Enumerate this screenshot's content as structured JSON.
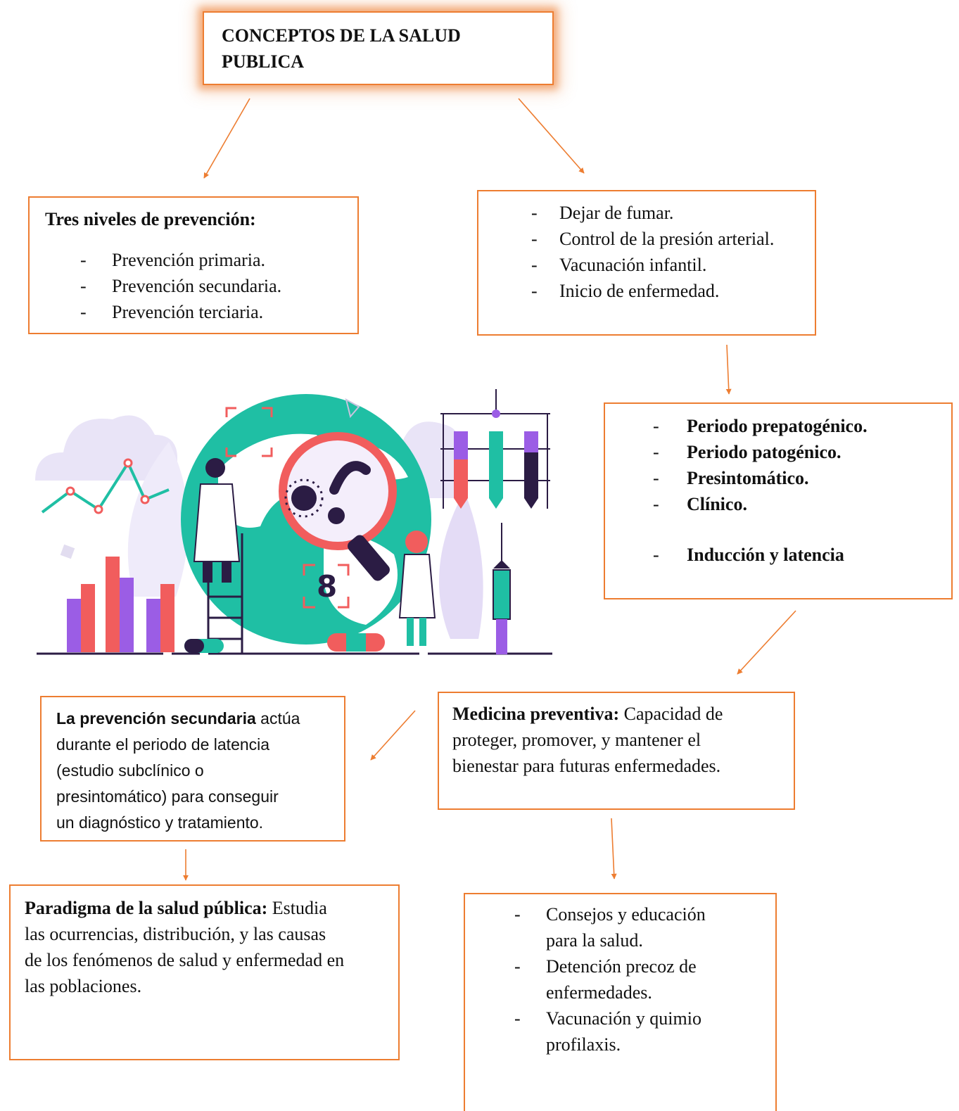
{
  "title_box": {
    "line1": "CONCEPTOS DE LA SALUD",
    "line2": "PUBLICA"
  },
  "levels_box": {
    "heading": "Tres niveles de prevención:",
    "items": [
      "Prevención primaria.",
      "Prevención secundaria.",
      "Prevención terciaria."
    ]
  },
  "actions_box": {
    "items": [
      "Dejar de fumar.",
      "Control de la presión arterial.",
      "Vacunación infantil.",
      "Inicio de enfermedad."
    ]
  },
  "periods_box": {
    "items": [
      "Periodo prepatogénico.",
      "Periodo patogénico.",
      "Presintomático.",
      "Clínico.",
      "Inducción y latencia"
    ]
  },
  "secondary_box": {
    "bold": "La prevención secundaria",
    "line1_rest": " actúa",
    "line2": "durante el periodo de latencia",
    "line3": "(estudio subclínico o",
    "line4": "presintomático) para conseguir",
    "line5": "un diagnóstico y tratamiento."
  },
  "preventive_box": {
    "bold": "Medicina preventiva:",
    "line1_rest": " Capacidad de",
    "line2": "proteger, promover, y mantener el",
    "line3": "bienestar para futuras enfermedades."
  },
  "paradigm_box": {
    "bold": "Paradigma de la salud pública:",
    "line1_rest": " Estudia",
    "line2": "las ocurrencias, distribución, y las causas",
    "line3": "de los fenómenos de salud y enfermedad en",
    "line4": "las poblaciones."
  },
  "advice_box": {
    "items": [
      [
        "Consejos y educación",
        "para la salud."
      ],
      [
        "Detención precoz de",
        "enfermedades."
      ],
      [
        "Vacunación y quimio",
        "profilaxis."
      ]
    ]
  },
  "dash": "-",
  "colors": {
    "accent": "#ED7D31",
    "teal": "#1FBFA4",
    "coral": "#F15D5D",
    "purple": "#9B5DE5",
    "navy": "#2B1C44"
  }
}
